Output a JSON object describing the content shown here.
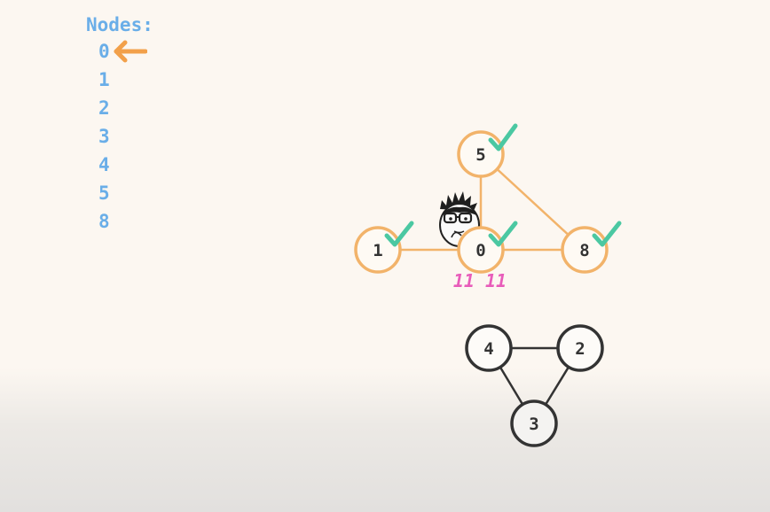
{
  "nodes_panel": {
    "title": "Nodes:",
    "items": [
      "0",
      "1",
      "2",
      "3",
      "4",
      "5",
      "8"
    ],
    "current_index": 0
  },
  "graph": {
    "nodes": [
      {
        "id": "n5",
        "label": "5",
        "visited": true
      },
      {
        "id": "n1",
        "label": "1",
        "visited": true
      },
      {
        "id": "n0",
        "label": "0",
        "visited": true
      },
      {
        "id": "n8",
        "label": "8",
        "visited": true
      },
      {
        "id": "n4",
        "label": "4",
        "visited": false
      },
      {
        "id": "n2",
        "label": "2",
        "visited": false
      },
      {
        "id": "n3",
        "label": "3",
        "visited": false
      }
    ],
    "annotation": "11 11"
  },
  "colors": {
    "visited": "#f2b36a",
    "unvisited": "#333333",
    "check": "#4bc8a2",
    "nodes_text": "#6aaee8",
    "annotation": "#e85cba",
    "pointer": "#f2a04a"
  }
}
